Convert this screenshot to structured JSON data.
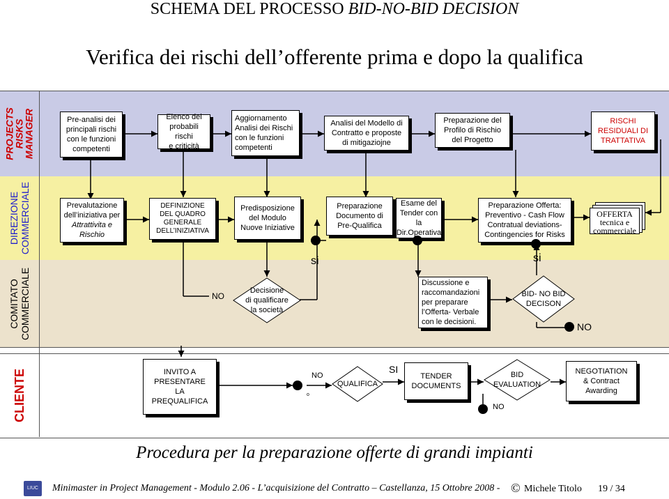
{
  "header": {
    "title_plain": "SCHEMA DEL PROCESSO ",
    "title_italic": "BID-NO-BID DECISION",
    "subtitle": "Verifica dei rischi dell’offerente prima e dopo la qualifica"
  },
  "lanes": {
    "projects_risks": [
      "PROJECTS",
      "RISKS",
      "MANAGER"
    ],
    "direzione": [
      "DIREZIONE",
      "COMMERCIALE"
    ],
    "comitato": [
      "COMITATO",
      "COMMERCIALE"
    ],
    "cliente": "CLIENTE"
  },
  "lane1_boxes": [
    [
      "Pre-analisi dei",
      "principali rischi",
      "con le funzioni",
      "competenti"
    ],
    [
      "Elenco dei",
      "probabili rischi",
      "e criticità"
    ],
    [
      "Aggiornamento",
      "Analisi dei Rischi",
      "con le funzioni",
      "competenti"
    ],
    [
      "Analisi del Modello di",
      "Contratto e proposte",
      "di mitigaziojne"
    ],
    [
      "Preparazione del",
      "Profilo di Rischio",
      "del Progetto"
    ],
    [
      "RISCHI",
      "RESIDUALI DI",
      "TRATTATIVA"
    ]
  ],
  "lane2_boxes": {
    "prevalutazione": [
      "Prevalutazione",
      "dell’iniziativa per"
    ],
    "prevalutazione_italic": [
      "Attrattivita e",
      "Rischio"
    ],
    "definizione": [
      "DEFINIZIONE",
      "DEL QUADRO",
      "GENERALE",
      "DELL’INIZIATIVA"
    ],
    "predisposizione": [
      "Predisposizione",
      "del Modulo",
      "Nuove Iniziative"
    ],
    "preparazione_doc": [
      "Preparazione",
      "Documento di",
      "Pre-Qualifica"
    ],
    "esame": [
      "Esame del",
      "Tender con la",
      "Dir.Operativa"
    ],
    "preparazione_offerta": [
      "Preparazione Offerta:",
      "Preventivo - Cash Flow",
      "Contratual deviations-",
      "Contingencies for Risks"
    ],
    "offerta": [
      "OFFERTA",
      "tecnica e",
      "commerciale"
    ]
  },
  "lane3": {
    "no_label": "NO",
    "decisione": [
      "Decisione",
      "di qualificare",
      "la società"
    ],
    "si_label_1": "si",
    "discussione": [
      "Discussione e",
      "raccomandazioni",
      "per preparare",
      "l’Offerta- Verbale",
      "con le decisioni."
    ],
    "si_label_2": "si",
    "bid_nobid": [
      "BID- NO BID",
      "DECISON"
    ],
    "no_label_2": "NO"
  },
  "lane4": {
    "invito": [
      "INVITO A",
      "PRESENTARE",
      "LA",
      "PREQUALIFICA"
    ],
    "no_label": "NO",
    "qualifica": "QUALIFICA",
    "si_label": "SI",
    "tender": [
      "TENDER",
      "DOCUMENTS"
    ],
    "bid_eval": [
      "BID",
      "EVALUATION"
    ],
    "no_label_2": "NO",
    "negotiation": [
      "NEGOTIATION",
      "& Contract",
      "Awarding"
    ],
    "tiny_mark": "o"
  },
  "footer": {
    "procedure_title": "Procedura per la preparazione offerte di grandi impianti",
    "line": "Minimaster in Project Management -  Modulo 2.06 -  L’acquisizione del Contratto  –  Castellanza, 15 Ottobre 2008 - ",
    "copyright_symbol": "©",
    "author": "Michele Titolo",
    "page": "19 / 34",
    "logo_text": "LIUC"
  },
  "colors": {
    "lane_projects": "#c9cbe6",
    "lane_direzione": "#f6f0a2",
    "lane_comitato": "#ece2cc",
    "lane_red_text": "#cc0000",
    "lane_blue_text": "#1f1fcc",
    "risk_text": "#cc0000"
  }
}
